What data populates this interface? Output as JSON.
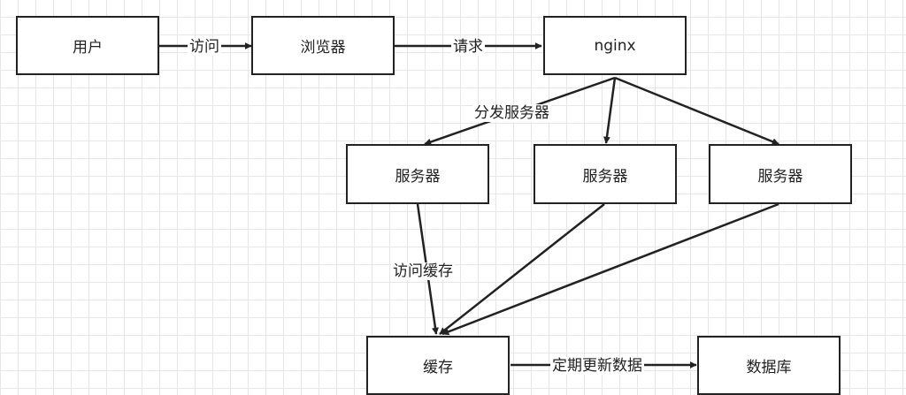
{
  "diagram": {
    "nodes": {
      "user": "用户",
      "browser": "浏览器",
      "nginx": "nginx",
      "server1": "服务器",
      "server2": "服务器",
      "server3": "服务器",
      "cache": "缓存",
      "database": "数据库"
    },
    "edges": {
      "user_browser": "访问",
      "browser_nginx": "请求",
      "nginx_servers": "分发服务器",
      "server_cache": "访问缓存",
      "cache_database": "定期更新数据"
    }
  },
  "colors": {
    "line": "#222222",
    "box_border": "#222222",
    "box_fill": "#ffffff",
    "grid": "#e6e6e6"
  }
}
